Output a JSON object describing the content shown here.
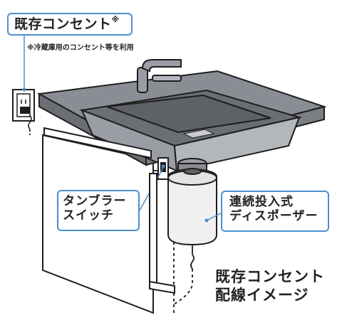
{
  "labels": {
    "existing_outlet": "既存コンセント",
    "existing_outlet_mark": "※",
    "outlet_note": "※冷蔵庫用のコンセント等を利用",
    "tumbler_switch_line1": "タンブラー",
    "tumbler_switch_line2": "スイッチ",
    "disposer_line1": "連続投入式",
    "disposer_line2": "ディスポーザー",
    "wiring_line1": "既存コンセント",
    "wiring_line2": "配線イメージ"
  },
  "colors": {
    "accent_blue": "#4a8fd0",
    "sink_gray": "#8a8d93",
    "sink_dark": "#6b6e74",
    "disposer_light": "#f0f0f0",
    "outline": "#1e1e1e"
  }
}
